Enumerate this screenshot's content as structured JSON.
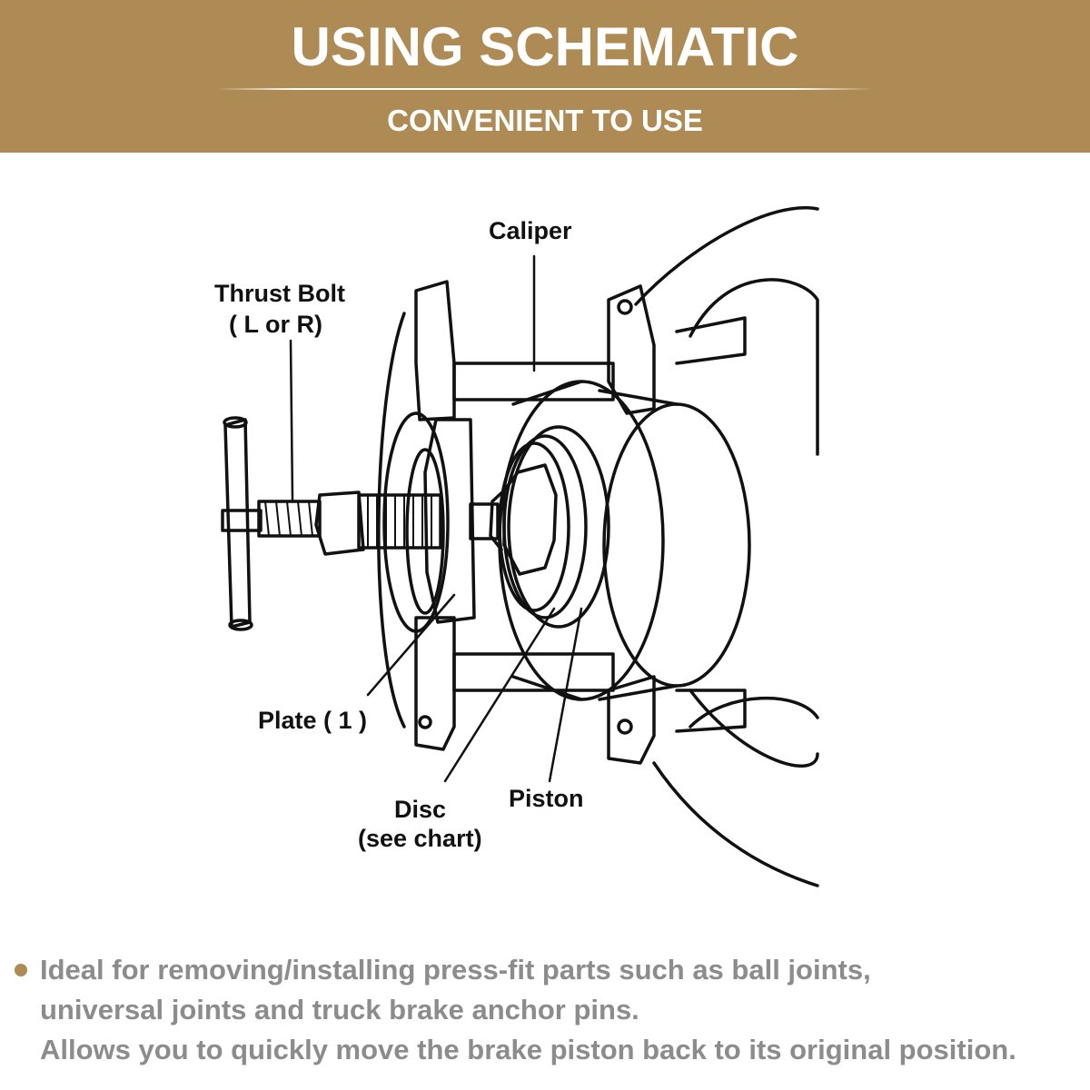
{
  "header": {
    "title": "USING SCHEMATIC",
    "subtitle": "CONVENIENT TO USE",
    "background_color": "#ae8a55"
  },
  "diagram": {
    "labels": {
      "caliper": "Caliper",
      "thrust_bolt_line1": "Thrust Bolt",
      "thrust_bolt_line2": "( L or R)",
      "plate": "Plate ( 1 )",
      "disc_line1": "Disc",
      "disc_line2": "(see chart)",
      "piston": "Piston"
    }
  },
  "features": {
    "bullet_color": "#ae8a55",
    "lines": [
      "Ideal for removing/installing press-fit parts such as ball joints,",
      "universal joints and truck brake anchor pins.",
      "Allows you to quickly move the brake piston back to its original position."
    ]
  }
}
